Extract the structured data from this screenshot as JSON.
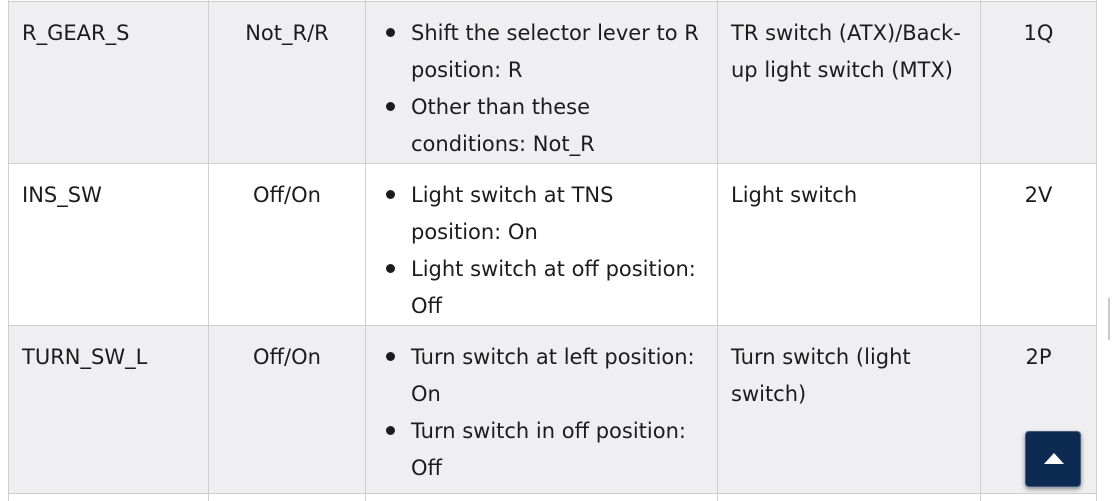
{
  "rows": [
    {
      "signal": "R_GEAR_S",
      "values": "Not_R/R",
      "conditions": [
        "Shift the selector lever to R position: R",
        "Other than these conditions: Not_R"
      ],
      "component": "TR switch (ATX)/Back-up light switch (MTX)",
      "pin": "1Q"
    },
    {
      "signal": "INS_SW",
      "values": "Off/On",
      "conditions": [
        "Light switch at TNS position: On",
        "Light switch at off position: Off"
      ],
      "component": "Light switch",
      "pin": "2V"
    },
    {
      "signal": "TURN_SW_L",
      "values": "Off/On",
      "conditions": [
        "Turn switch at left position: On",
        "Turn switch in off position: Off"
      ],
      "component": "Turn switch (light switch)",
      "pin": "2P"
    }
  ],
  "back_to_top": {
    "icon": "arrow-up-icon",
    "color": "#0c2a52"
  }
}
